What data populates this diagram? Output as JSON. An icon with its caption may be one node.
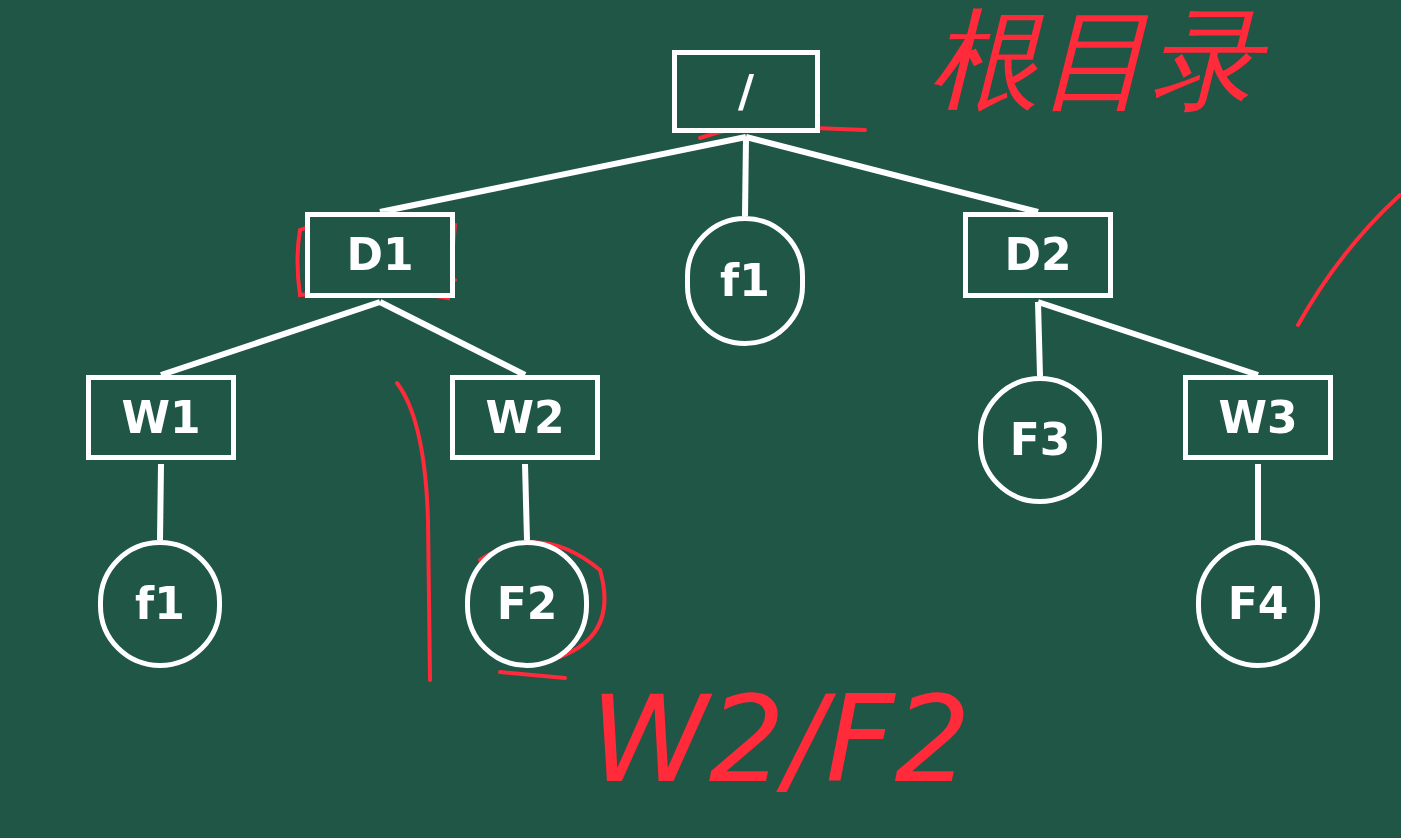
{
  "diagram": {
    "nodes": [
      {
        "text": [
          "/"
        ]
      },
      {
        "text": [
          "D1"
        ]
      },
      {
        "text": [
          "f1"
        ]
      },
      {
        "text": [
          "D2"
        ]
      },
      {
        "text": [
          "W1"
        ]
      },
      {
        "text": [
          "W2"
        ]
      },
      {
        "text": [
          "F3"
        ]
      },
      {
        "text": [
          "W3"
        ]
      },
      {
        "text": [
          "f1"
        ]
      },
      {
        "text": [
          "F2"
        ]
      },
      {
        "text": [
          "F4"
        ]
      }
    ],
    "edges": [
      {
        "from": 0,
        "to": 1,
        "arrow": "none"
      },
      {
        "from": 0,
        "to": 2,
        "arrow": "none"
      },
      {
        "from": 0,
        "to": 3,
        "arrow": "none"
      },
      {
        "from": 1,
        "to": 4,
        "arrow": "none"
      },
      {
        "from": 1,
        "to": 5,
        "arrow": "none"
      },
      {
        "from": 3,
        "to": 6,
        "arrow": "none"
      },
      {
        "from": 3,
        "to": 7,
        "arrow": "none"
      },
      {
        "from": 4,
        "to": 8,
        "arrow": "none"
      },
      {
        "from": 5,
        "to": 9,
        "arrow": "none"
      },
      {
        "from": 7,
        "to": 10,
        "arrow": "none"
      }
    ],
    "labels": [
      "根目录",
      "W2/F2"
    ]
  }
}
